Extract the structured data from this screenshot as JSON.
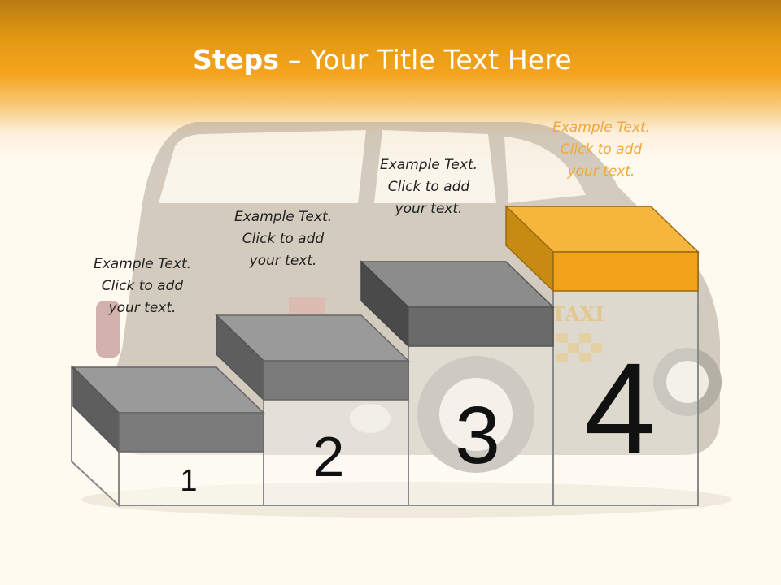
{
  "title": {
    "bold": "Steps",
    "rest": " – Your Title Text Here"
  },
  "colors": {
    "accent": "#f4a41c",
    "accent_dark": "#c98a10",
    "gray_top": "#9a9a9a",
    "gray_front": "#777777",
    "gray_side": "#5a5a5a"
  },
  "steps": [
    {
      "number": "1",
      "lines": [
        "Example Text.",
        "Click  to add",
        "your text."
      ]
    },
    {
      "number": "2",
      "lines": [
        "Example Text.",
        "Click  to add",
        "your text."
      ]
    },
    {
      "number": "3",
      "lines": [
        "Example Text.",
        "Click  to add",
        "your text."
      ]
    },
    {
      "number": "4",
      "lines": [
        "Example Text.",
        "Click  to add",
        "your text."
      ]
    }
  ],
  "car": {
    "sign_text": "TAXI"
  }
}
